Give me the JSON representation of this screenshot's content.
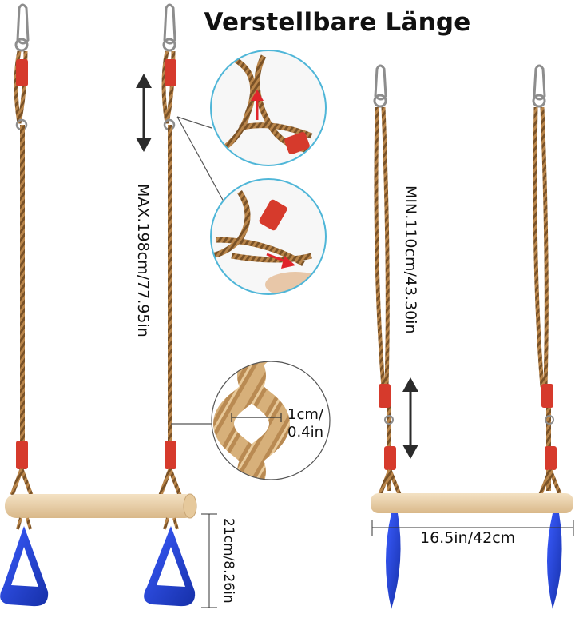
{
  "title": "Verstellbare Länge",
  "labels": {
    "max_length": "MAX.198cm/77.95in",
    "min_length": "MIN.110cm/43.30in",
    "rope_diameter_line1": "1cm/",
    "rope_diameter_line2": "0.4in",
    "bar_width": "16.5in/42cm",
    "ring_height": "21cm/8.26in"
  },
  "colors": {
    "rope": "#a8753b",
    "rope_dark": "#6e4a24",
    "adjuster": "#d63a2c",
    "handle": "#1f3fc0",
    "bar": "#e9cfa6",
    "callout_ring": "#4fb6d8",
    "arrow": "#2b2b2b"
  },
  "icons": [
    "carabiner-hook-icon",
    "up-down-arrow-icon",
    "rope-adjuster-icon",
    "triangle-handle-icon"
  ]
}
